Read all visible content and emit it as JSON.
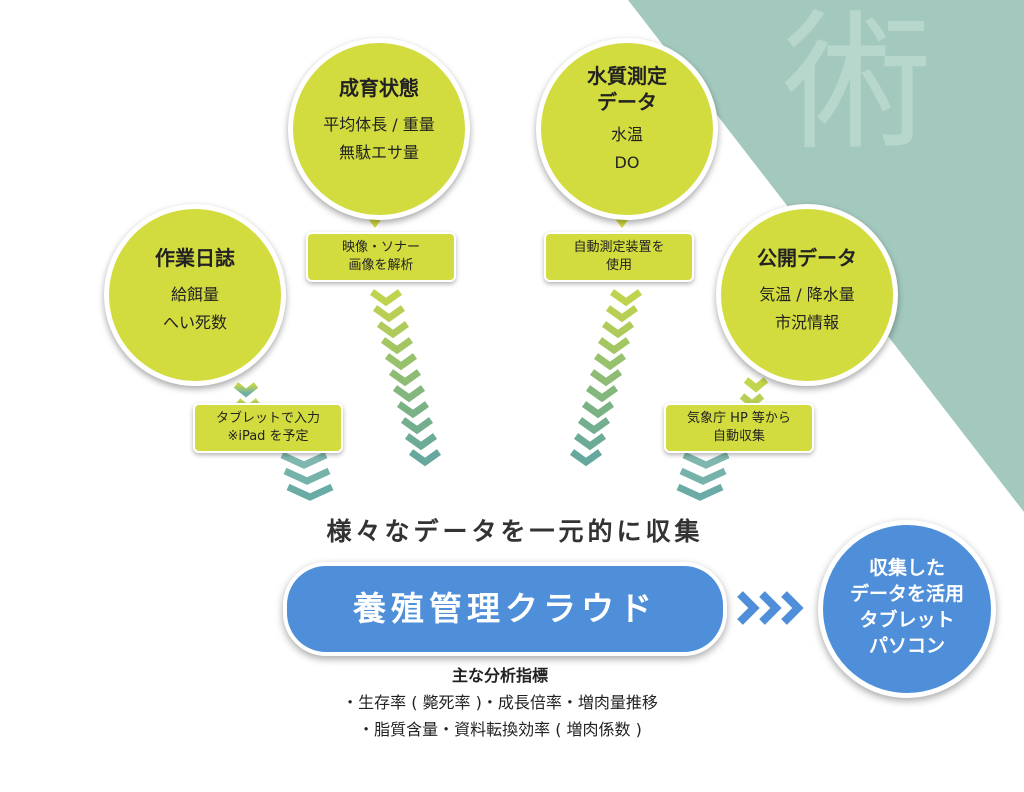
{
  "colors": {
    "bubble": "#d3dc3f",
    "accent_blue": "#4f8fd9",
    "teal_bg": "#a3c9be",
    "chevron_top": "#c3d54c",
    "chevron_bottom": "#6fb0a8"
  },
  "background_glyph": "術",
  "bubbles": {
    "seiiku": {
      "title": "成育状態",
      "lines": [
        "平均体長 / 重量",
        "無駄エサ量"
      ]
    },
    "suishitsu": {
      "title_lines": [
        "水質測定",
        "データ"
      ],
      "lines": [
        "水温",
        "DO"
      ]
    },
    "sagyo": {
      "title": "作業日誌",
      "lines": [
        "給餌量",
        "へい死数"
      ]
    },
    "kokai": {
      "title": "公開データ",
      "lines": [
        "気温 / 降水量",
        "市況情報"
      ]
    }
  },
  "labels": {
    "eizo": [
      "映像・ソナー",
      "画像を解析"
    ],
    "jido": [
      "自動測定装置を",
      "使用"
    ],
    "tablet": [
      "タブレットで入力",
      "※iPad を予定"
    ],
    "kishocho": [
      "気象庁 HP 等から",
      "自動収集"
    ]
  },
  "headline": "様々なデータを一元的に収集",
  "cloud_button": "養殖管理クラウド",
  "output_circle": [
    "収集した",
    "データを活用",
    "タブレット",
    "パソコン"
  ],
  "metrics": {
    "title": "主な分析指標",
    "lines": [
      "・生存率 ( 斃死率 )・成長倍率・増肉量推移",
      "・脂質含量・資料転換効率 ( 増肉係数 )"
    ]
  }
}
